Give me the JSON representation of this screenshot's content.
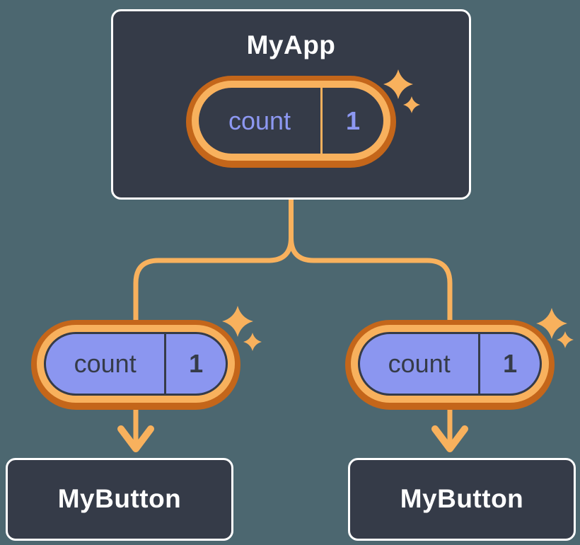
{
  "tree": {
    "root": {
      "label": "MyApp",
      "state": {
        "name": "count",
        "value": "1"
      }
    },
    "children": [
      {
        "label": "MyButton",
        "props": {
          "name": "count",
          "value": "1"
        }
      },
      {
        "label": "MyButton",
        "props": {
          "name": "count",
          "value": "1"
        }
      }
    ]
  },
  "icons": {
    "sparkle": "sparkle-icon"
  },
  "colors": {
    "background": "#4C6770",
    "node_fill": "#353B48",
    "node_border": "#FFFFFF",
    "node_text": "#FFFFFF",
    "pill_ring_outer": "#C4661A",
    "pill_ring_inner": "#F8B15D",
    "pill_fill_props": "#8B96F0",
    "pill_text_state": "#8D98F2",
    "pill_text_props": "#353B48",
    "connector": "#F8B15D",
    "sparkle": "#F8B15D"
  }
}
